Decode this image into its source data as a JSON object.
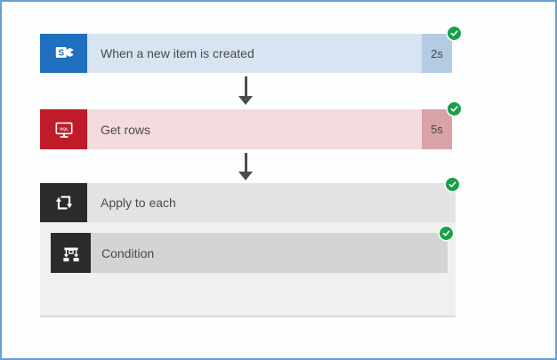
{
  "workflow": {
    "steps": [
      {
        "label": "When a new item is created",
        "connector": "sharepoint",
        "duration": "2s",
        "status": "Succeeded",
        "color": "#1e70bf",
        "body_color": "#d8e4f2",
        "duration_color": "#b5cbe5"
      },
      {
        "label": "Get rows",
        "connector": "sql",
        "duration": "5s",
        "status": "Succeeded",
        "color": "#bf1b28",
        "body_color": "#f4dbde",
        "duration_color": "#d9a2a7"
      },
      {
        "label": "Apply to each",
        "connector": "apply-to-each-loop",
        "status": "Succeeded",
        "color": "#2b2b2b",
        "body_color": "#e3e3e3",
        "container_color": "#f0f0f0",
        "children": [
          {
            "label": "Condition",
            "connector": "condition",
            "status": "Succeeded",
            "color": "#2b2b2b",
            "body_color": "#d4d4d4"
          }
        ]
      }
    ],
    "status_color": "#1a9f4a",
    "arrow_color": "#4c4c4c",
    "frame_border_color": "#679fd3"
  }
}
